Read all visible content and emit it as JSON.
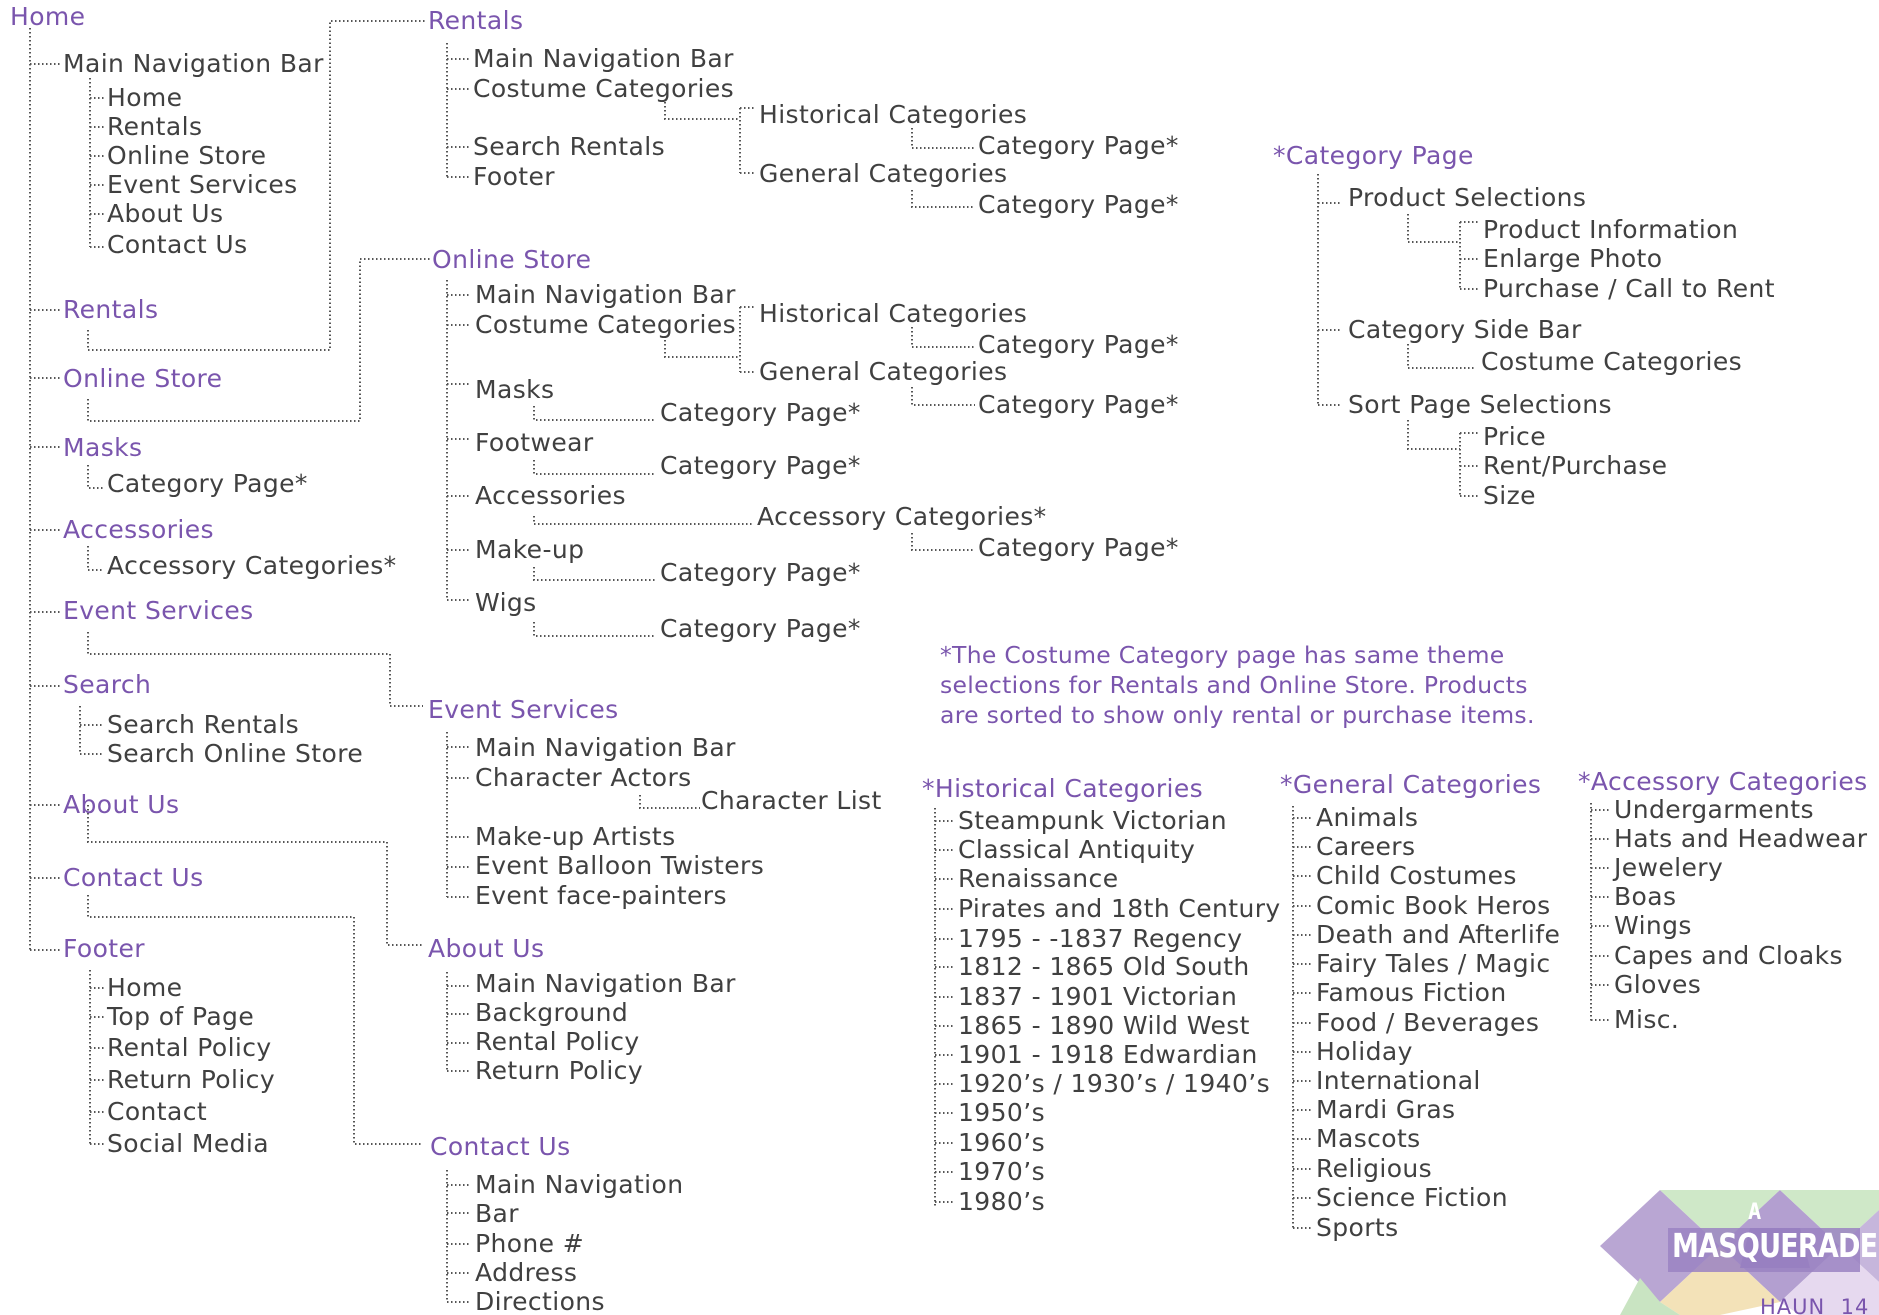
{
  "colors": {
    "purple": "#7a55ad",
    "text": "#404040",
    "connector": "#555555"
  },
  "home": {
    "title": "Home",
    "main_nav": {
      "label": "Main Navigation Bar",
      "items": [
        "Home",
        "Rentals",
        "Online Store",
        "Event Services",
        "About Us",
        "Contact Us"
      ]
    },
    "rentals": "Rentals",
    "online_store": "Online Store",
    "masks": {
      "label": "Masks",
      "child": "Category Page*"
    },
    "accessories": {
      "label": "Accessories",
      "child": "Accessory Categories*"
    },
    "event_services": "Event Services",
    "search": {
      "label": "Search",
      "items": [
        "Search Rentals",
        "Search Online Store"
      ]
    },
    "about_us": "About Us",
    "contact_us": "Contact Us",
    "footer": {
      "label": "Footer",
      "items": [
        "Home",
        "Top of Page",
        "Rental Policy",
        "Return Policy",
        "Contact",
        "Social Media"
      ]
    }
  },
  "rentals_page": {
    "title": "Rentals",
    "items": [
      "Main Navigation Bar",
      "Costume Categories",
      "Search Rentals",
      "Footer"
    ],
    "historical": "Historical Categories",
    "general": "General Categories",
    "category_page_1": "Category Page*",
    "category_page_2": "Category Page*"
  },
  "store_page": {
    "title": "Online Store",
    "main_nav": "Main Navigation Bar",
    "costume_categories": "Costume Categories",
    "historical": "Historical Categories",
    "general": "General Categories",
    "hist_category_page": "Category Page*",
    "gen_category_page": "Category Page*",
    "masks": "Masks",
    "masks_page": "Category Page*",
    "footwear": "Footwear",
    "footwear_page": "Category Page*",
    "accessories": "Accessories",
    "accessory_categories": "Accessory Categories*",
    "accessory_category_page": "Category Page*",
    "makeup": "Make-up",
    "makeup_page": "Category Page*",
    "wigs": "Wigs",
    "wigs_page": "Category Page*"
  },
  "event_page": {
    "title": "Event Services",
    "items": [
      "Main Navigation Bar",
      "Character Actors",
      "Make-up Artists",
      "Event Balloon Twisters",
      "Event face-painters"
    ],
    "character_list": "Character List"
  },
  "about_page": {
    "title": "About Us",
    "items": [
      "Main Navigation Bar",
      "Background",
      "Rental Policy",
      "Return Policy"
    ]
  },
  "contact_page": {
    "title": "Contact Us",
    "items": [
      "Main Navigation",
      "Bar",
      "Phone #",
      "Address",
      "Directions"
    ]
  },
  "category_page": {
    "title": "*Category Page",
    "product_selections": "Product Selections",
    "product_items": [
      "Product Information",
      "Enlarge Photo",
      "Purchase / Call to Rent"
    ],
    "side_bar": "Category Side Bar",
    "side_bar_child": "Costume Categories",
    "sort": "Sort Page Selections",
    "sort_items": [
      "Price",
      "Rent/Purchase",
      "Size"
    ]
  },
  "note": {
    "lines": [
      "*The Costume Category page has same theme",
      "selections for Rentals and Online Store. Products",
      "are sorted to show only rental or purchase items."
    ]
  },
  "historical_categories": {
    "title": "*Historical Categories",
    "items": [
      "Steampunk Victorian",
      "Classical Antiquity",
      "Renaissance",
      "Pirates and 18th Century",
      "1795 -  -1837 Regency",
      "1812 - 1865 Old South",
      "1837 - 1901 Victorian",
      "1865 - 1890 Wild West",
      "1901 - 1918 Edwardian",
      "1920’s / 1930’s / 1940’s",
      "1950’s",
      "1960’s",
      "1970’s",
      "1980’s"
    ]
  },
  "general_categories": {
    "title": "*General Categories",
    "items": [
      "Animals",
      "Careers",
      "Child Costumes",
      "Comic Book Heros",
      "Death and Afterlife",
      "Fairy Tales / Magic",
      "Famous Fiction",
      "Food / Beverages",
      "Holiday",
      "International",
      "Mardi Gras",
      "Mascots",
      "Religious",
      "Science Fiction",
      "Sports"
    ]
  },
  "accessory_categories": {
    "title": "*Accessory Categories",
    "items": [
      "Undergarments",
      "Hats and Headwear",
      "Jewelery",
      "Boas",
      "Wings",
      "Capes and Cloaks",
      "Gloves",
      "Misc."
    ]
  },
  "logo": {
    "small": "A",
    "word": "MASQUERADE",
    "icon": "diamond-pattern-logo"
  },
  "footer_mark": {
    "author": "HAUN",
    "page": "14"
  }
}
